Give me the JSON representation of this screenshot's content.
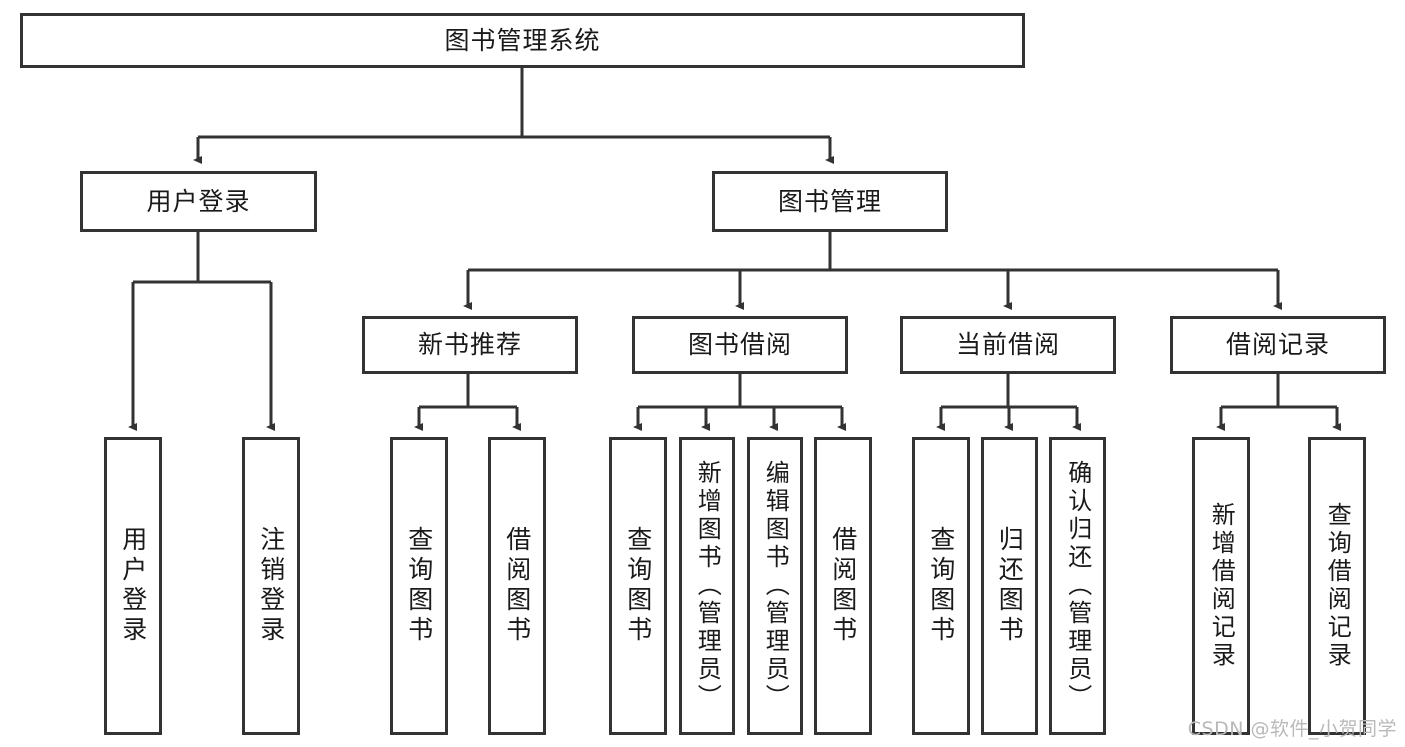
{
  "diagram": {
    "title": "图书管理系统",
    "root": {
      "label": "图书管理系统"
    },
    "level2": [
      {
        "label": "用户登录"
      },
      {
        "label": "图书管理"
      }
    ],
    "level3": [
      {
        "label": "新书推荐"
      },
      {
        "label": "图书借阅"
      },
      {
        "label": "当前借阅"
      },
      {
        "label": "借阅记录"
      }
    ],
    "leaves": {
      "user_login": [
        {
          "label": "用户登录"
        },
        {
          "label": "注销登录"
        }
      ],
      "new_book": [
        {
          "label": "查询图书"
        },
        {
          "label": "借阅图书"
        }
      ],
      "book_borrow": [
        {
          "label": "查询图书"
        },
        {
          "label": "新增图书（管理员）"
        },
        {
          "label": "编辑图书（管理员）"
        },
        {
          "label": "借阅图书"
        }
      ],
      "current_borrow": [
        {
          "label": "查询图书"
        },
        {
          "label": "归还图书"
        },
        {
          "label": "确认归还（管理员）"
        }
      ],
      "borrow_record": [
        {
          "label": "新增借阅记录"
        },
        {
          "label": "查询借阅记录"
        }
      ]
    }
  },
  "watermark": {
    "text": "CSDN @软件_小贺同学"
  },
  "colors": {
    "stroke": "#333333",
    "text": "#1a1a1a",
    "background": "#ffffff",
    "watermark": "#b9b9b9"
  }
}
